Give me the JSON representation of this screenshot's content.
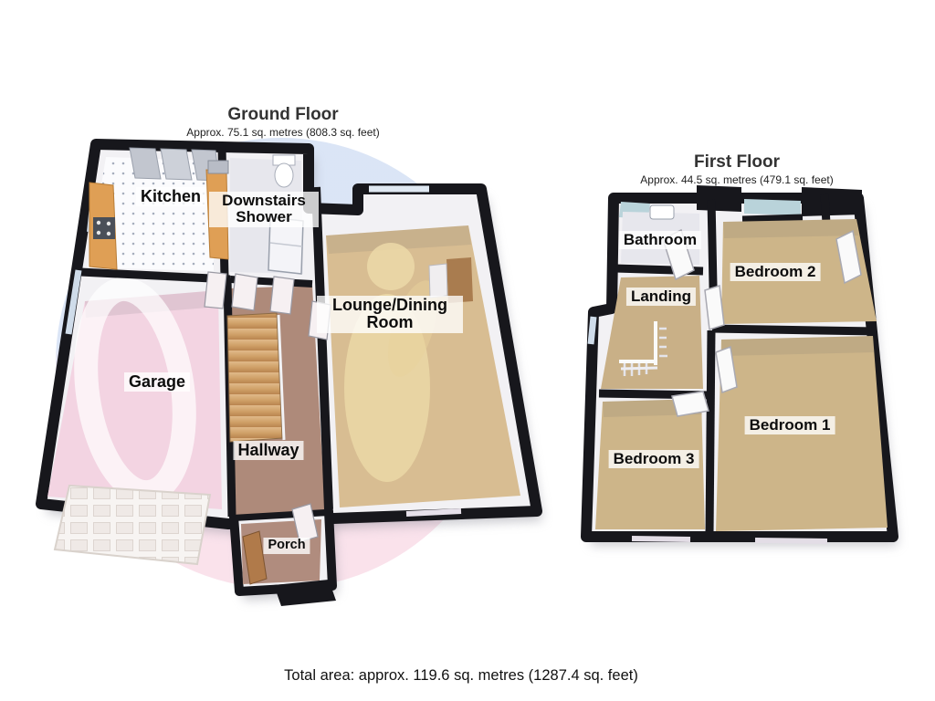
{
  "ground_floor": {
    "title": "Ground Floor",
    "subtitle": "Approx. 75.1 sq. metres (808.3 sq. feet)",
    "rooms": [
      {
        "name": "Kitchen"
      },
      {
        "name": "Downstairs Shower"
      },
      {
        "name": "Lounge/Dining Room"
      },
      {
        "name": "Garage"
      },
      {
        "name": "Hallway"
      },
      {
        "name": "Porch"
      }
    ]
  },
  "first_floor": {
    "title": "First Floor",
    "subtitle": "Approx. 44.5 sq. metres (479.1 sq. feet)",
    "rooms": [
      {
        "name": "Bathroom"
      },
      {
        "name": "Bedroom 2"
      },
      {
        "name": "Landing"
      },
      {
        "name": "Bedroom 1"
      },
      {
        "name": "Bedroom 3"
      }
    ]
  },
  "footer": {
    "total_area": "Total area: approx. 119.6 sq. metres (1287.4 sq. feet)"
  },
  "colors": {
    "wall_black": "#17171c",
    "wall_face": "#f2f1f4",
    "carpet_tan": "#cdb589",
    "lounge_tan": "#d8bd92",
    "garage_pink": "#f3d4e2",
    "hall_brown": "#ae8a7a",
    "kitchen_counter": "#df9f55",
    "watermark_blue": "#bdd0ef",
    "watermark_pink": "#f5cadb",
    "window_glass": "#b9d3da",
    "label_bg": "rgba(255,255,255,0.78)"
  }
}
